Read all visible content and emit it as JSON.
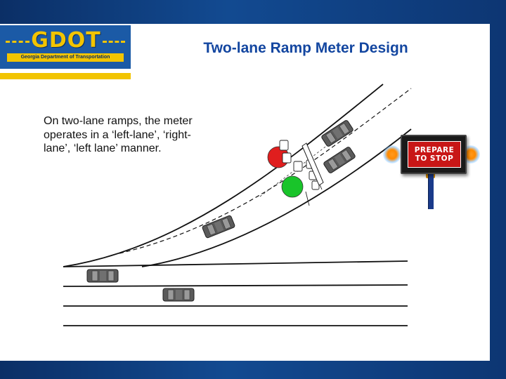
{
  "logo": {
    "letters": "GDOT",
    "subtitle": "Georgia Department of Transportation"
  },
  "slide": {
    "title": "Two-lane Ramp Meter Design",
    "body": "On two-lane ramps, the meter operates in a ‘left-lane’, ‘right-lane’, ‘left lane’ manner."
  },
  "sign": {
    "text": "PREPARE\nTO STOP",
    "face_color": "#c81616",
    "beacon_color": "#ff8a00"
  },
  "signals": {
    "left_lane_color": "#e01e1e",
    "right_lane_color": "#19c42a"
  },
  "colors": {
    "slide_blue": "#124a91",
    "title_blue": "#1346a0",
    "accent_yellow": "#f2c400",
    "car_body": "#555555"
  }
}
